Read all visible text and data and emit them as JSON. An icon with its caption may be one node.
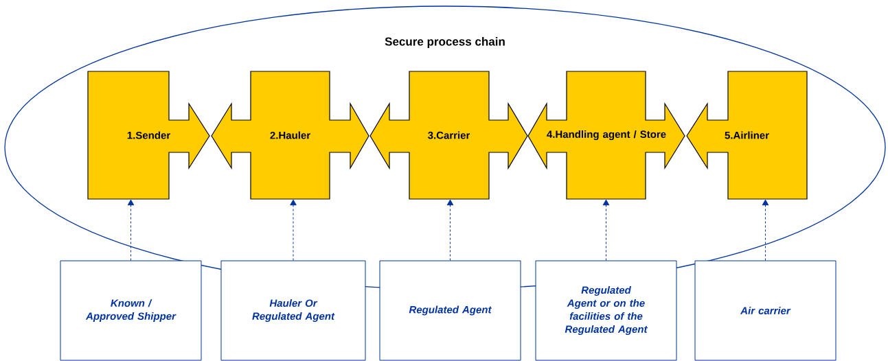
{
  "diagram": {
    "nodes": [
      {
        "text": [
          "Secure process chain"
        ]
      },
      {
        "text": [
          "1.Sender"
        ],
        "in": 0
      },
      {
        "text": [
          "2.Hauler"
        ],
        "in": 0
      },
      {
        "text": [
          "3.Carrier"
        ],
        "in": 0
      },
      {
        "text": [
          "4.Handling agent / Store"
        ],
        "in": 0
      },
      {
        "text": [
          "5.Airliner"
        ],
        "in": 0
      },
      {
        "text": [
          "Known / Approved Shipper"
        ]
      },
      {
        "text": [
          "Hauler Or Regulated Agent"
        ]
      },
      {
        "text": [
          "Regulated Agent"
        ]
      },
      {
        "text": [
          "Regulated Agent or on the facilities of the Regulated Agent"
        ]
      },
      {
        "text": [
          "Air carrier"
        ]
      }
    ],
    "edges": [
      {
        "from": 6,
        "to": 1,
        "arrow": "to",
        "style": "dashed"
      },
      {
        "from": 7,
        "to": 2,
        "arrow": "to",
        "style": "dashed"
      },
      {
        "from": 8,
        "to": 3,
        "arrow": "to",
        "style": "dashed"
      },
      {
        "from": 9,
        "to": 4,
        "arrow": "to",
        "style": "dashed"
      },
      {
        "from": 10,
        "to": 5,
        "arrow": "to",
        "style": "dashed"
      }
    ]
  }
}
